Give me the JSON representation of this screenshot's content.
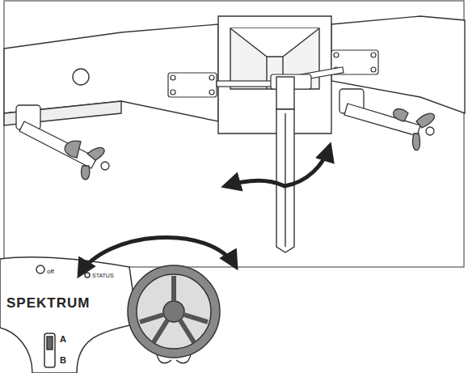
{
  "diagram": {
    "labels": [
      "off",
      "STATUS",
      "SPEKTRUM",
      "A",
      "B"
    ]
  }
}
